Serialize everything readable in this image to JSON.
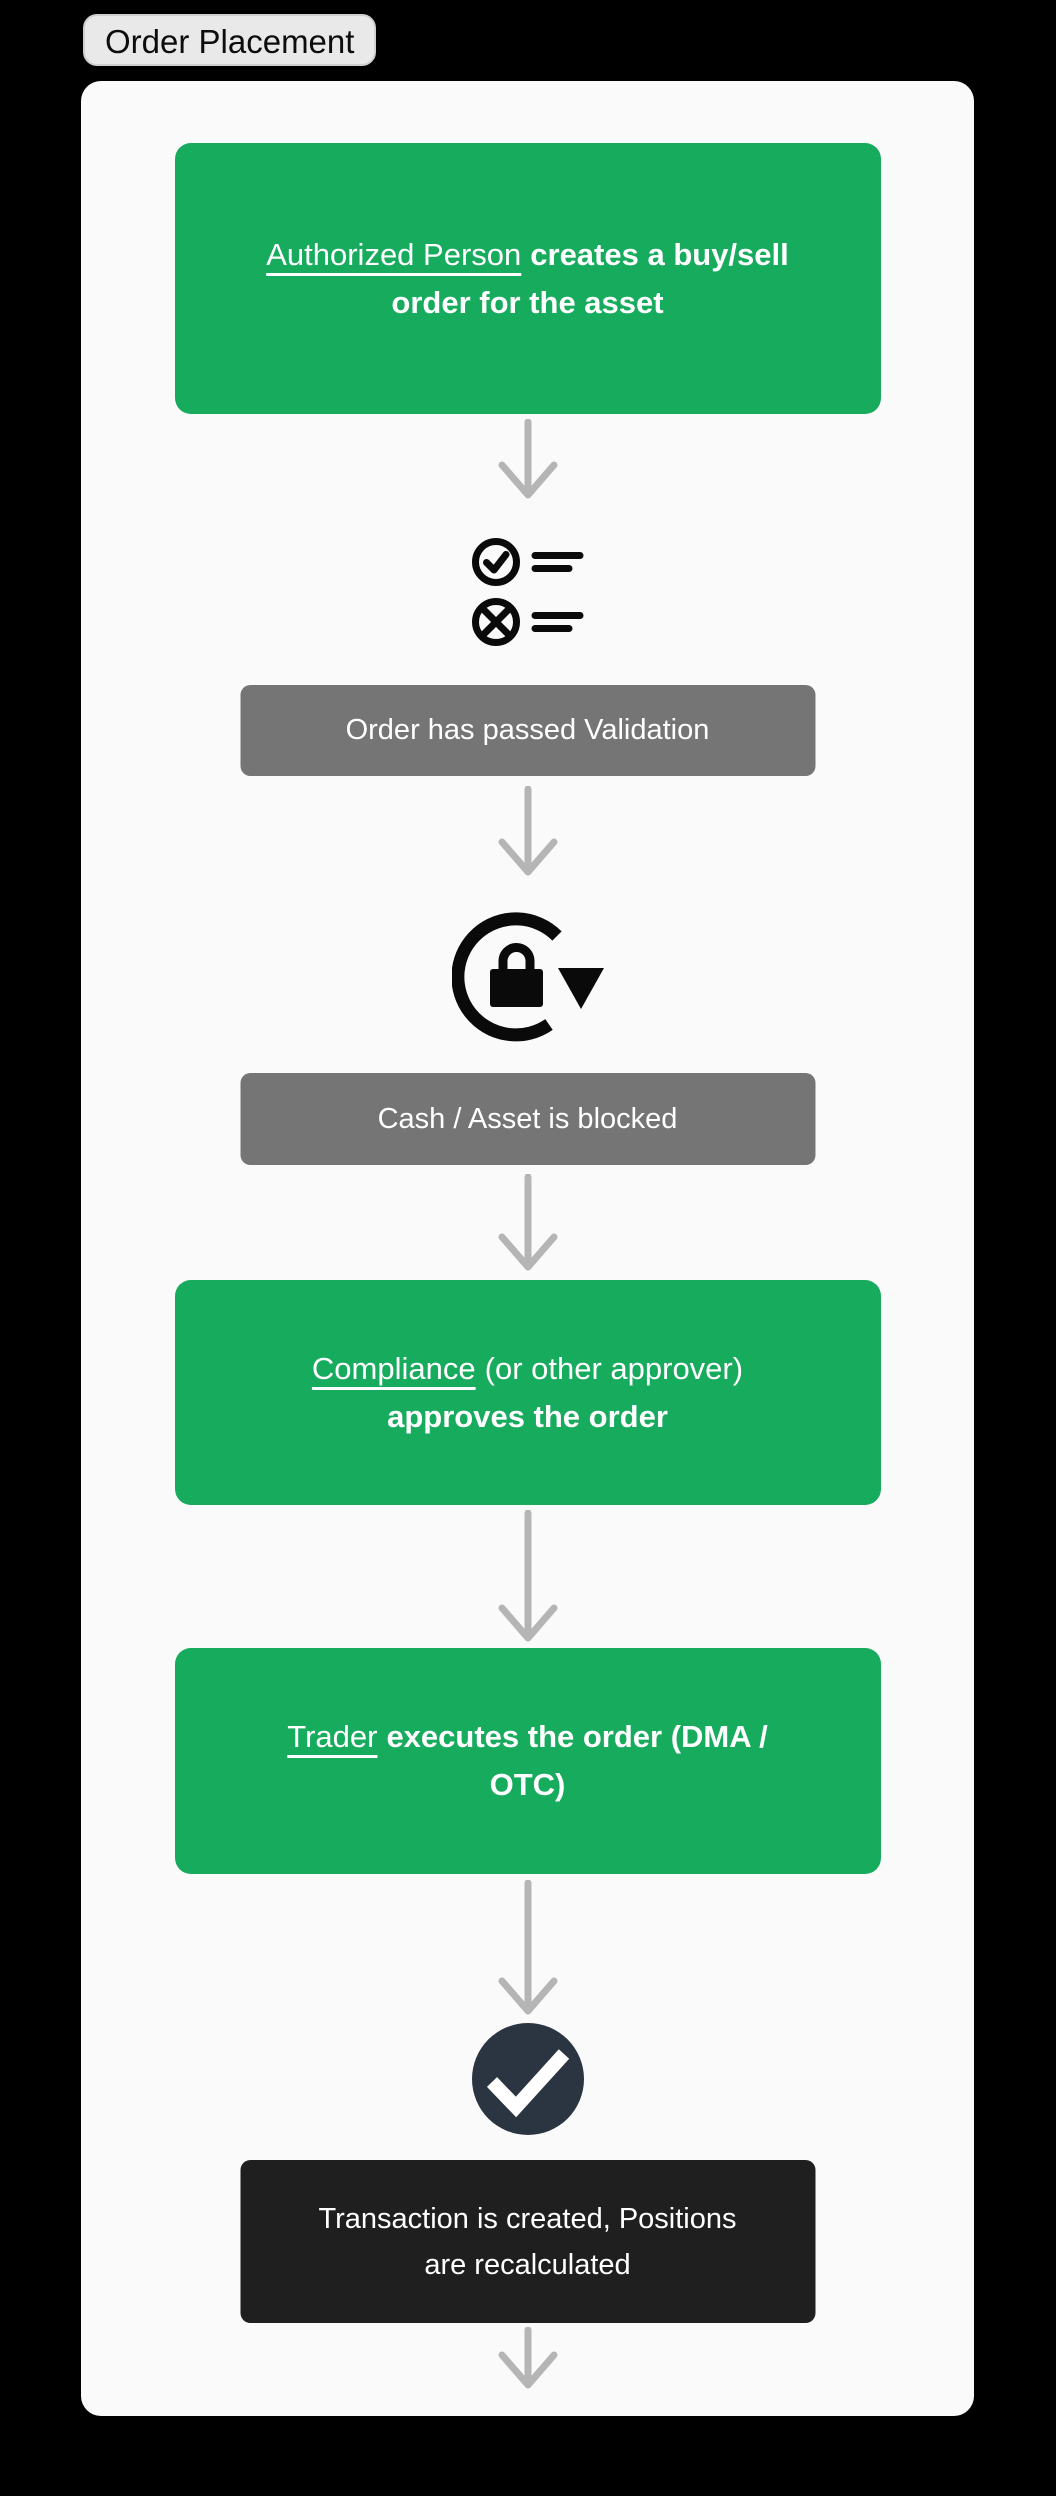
{
  "title": "Order Placement",
  "steps": {
    "create": {
      "link": "Authorized Person",
      "line1_rest": "creates a buy/sell",
      "line2": "order for the asset"
    },
    "validation": {
      "label": "Order has passed Validation"
    },
    "blocked": {
      "label": "Cash / Asset is blocked"
    },
    "approve": {
      "link": "Compliance",
      "line1_rest": "(or other approver)",
      "line2": "approves the order"
    },
    "execute": {
      "link": "Trader",
      "line1_rest": "executes the order (DMA /",
      "line2": "OTC)"
    },
    "transaction": {
      "line1": "Transaction is created, Positions",
      "line2": "are recalculated"
    }
  },
  "icons": {
    "validation": "validation-checklist-icon",
    "blocked": "lock-rotate-icon",
    "success": "check-circle-icon",
    "connector": "down-arrow-icon"
  },
  "colors": {
    "page_bg": "#000000",
    "card_bg": "#fafafa",
    "node_green": "#17ab5d",
    "node_gray": "#757575",
    "node_dark": "#1f1f1f",
    "check_circle": "#2b3441",
    "arrow": "#b5b5b5",
    "title_bg": "#e9e9e9"
  }
}
